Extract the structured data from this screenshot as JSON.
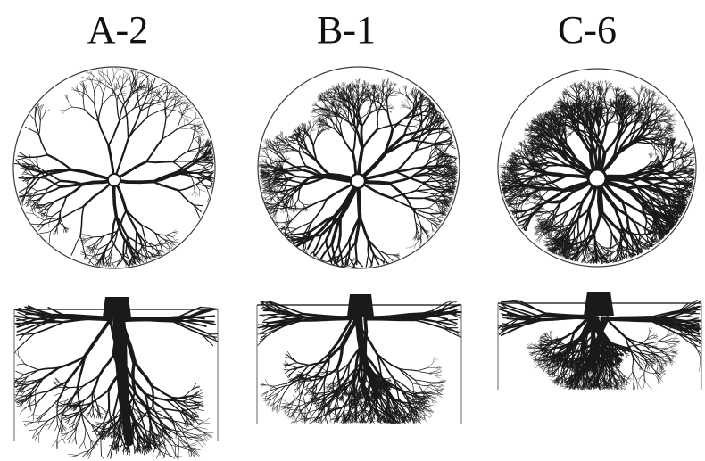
{
  "panels": [
    {
      "id": "a",
      "label": "A-2"
    },
    {
      "id": "b",
      "label": "B-1"
    },
    {
      "id": "c",
      "label": "C-6"
    }
  ],
  "colors": {
    "ink": "#1a1a1a",
    "outline": "#3a3a3a",
    "paper": "#ffffff"
  }
}
